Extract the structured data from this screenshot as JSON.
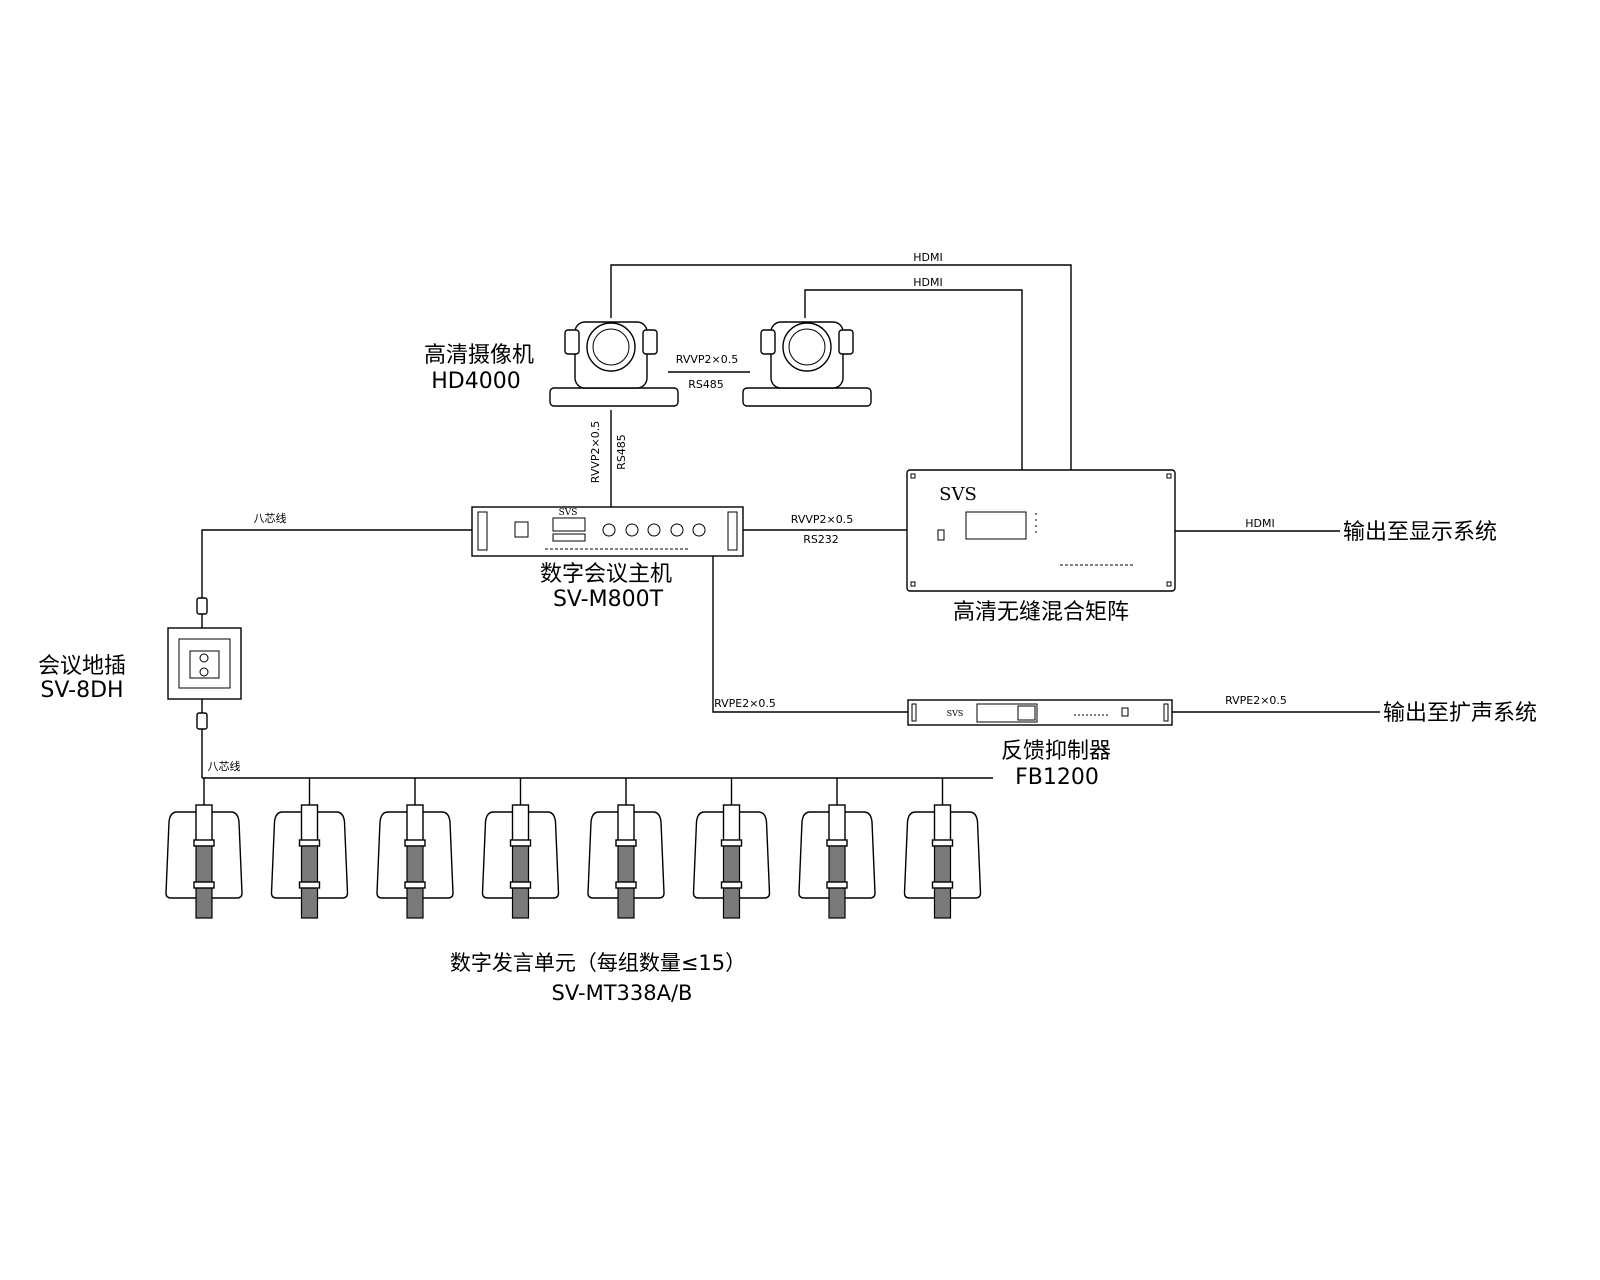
{
  "devices": {
    "camera": {
      "name": "高清摄像机",
      "model": "HD4000"
    },
    "host": {
      "name": "数字会议主机",
      "model": "SV-M800T",
      "brand": "SVS"
    },
    "matrix": {
      "name": "高清无缝混合矩阵",
      "brand": "SVS"
    },
    "floor_socket": {
      "name": "会议地插",
      "model": "SV-8DH"
    },
    "feedback": {
      "name": "反馈抑制器",
      "model": "FB1200",
      "brand": "SVS"
    },
    "units": {
      "name": "数字发言单元（每组数量≤15）",
      "model": "SV-MT338A/B",
      "count": 8
    }
  },
  "outputs": {
    "display": "输出至显示系统",
    "sound": "输出至扩声系统"
  },
  "cables": {
    "hdmi_top": "HDMI",
    "hdmi_mid": "HDMI",
    "cam_link_type": "RVVP2×0.5",
    "cam_link_proto": "RS485",
    "host_cam_type": "RVVP2×0.5",
    "host_cam_proto": "RS485",
    "eight_core_top": "八芯线",
    "eight_core_bottom": "八芯线",
    "host_matrix_type": "RVVP2×0.5",
    "host_matrix_proto": "RS232",
    "hdmi_out": "HDMI",
    "host_feedback": "RVPE2×0.5",
    "feedback_out": "RVPE2×0.5"
  },
  "colors": {
    "line": "#000000",
    "unit_fill": "#7a7a7a",
    "background": "#ffffff"
  }
}
